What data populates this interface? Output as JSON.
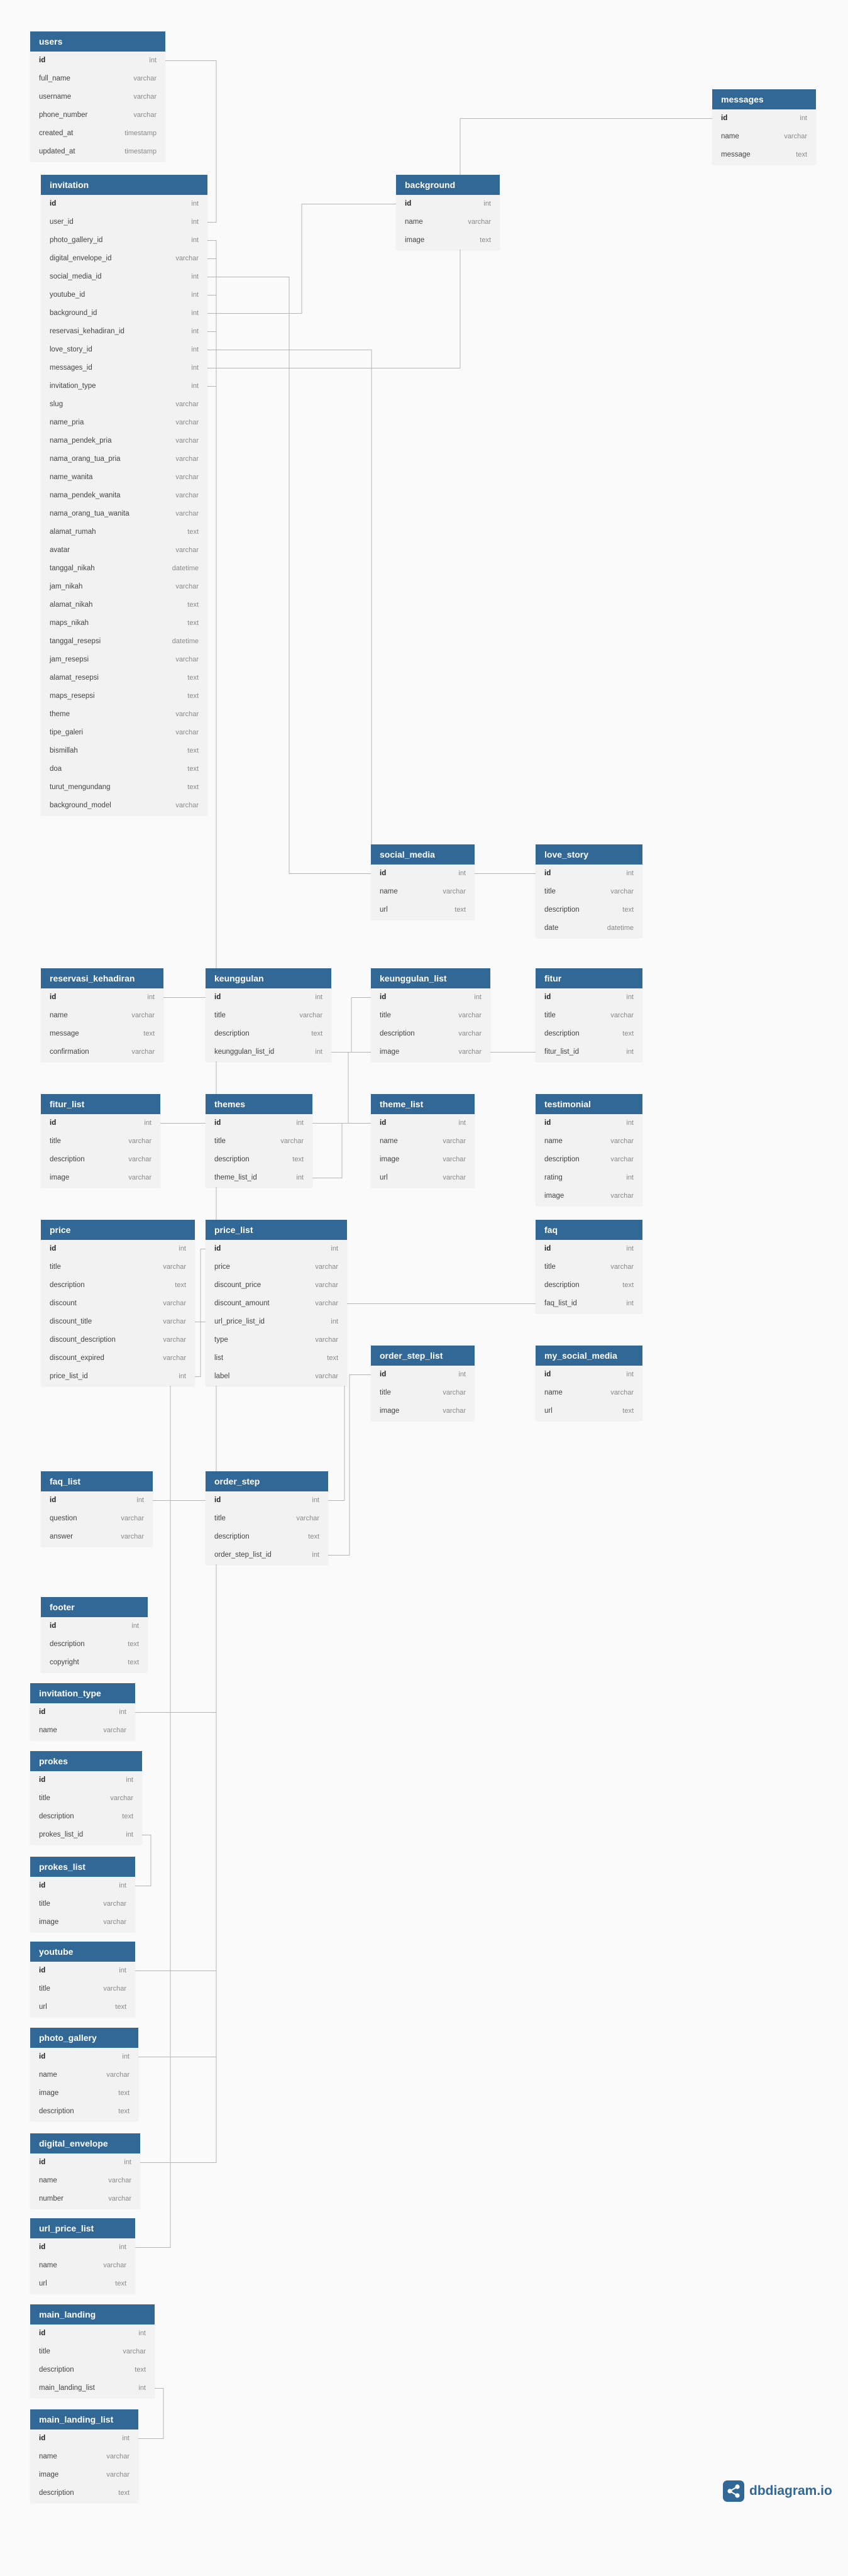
{
  "brand": {
    "name": "dbdiagram.io",
    "icon": "dbdiagram-logo-icon",
    "color": "#316896"
  },
  "colors": {
    "header": "#316896",
    "body": "#f2f2f2",
    "link": "#b5b5b5"
  },
  "tables": [
    {
      "name": "users",
      "cols": [
        [
          "id",
          "int"
        ],
        [
          "full_name",
          "varchar"
        ],
        [
          "username",
          "varchar"
        ],
        [
          "phone_number",
          "varchar"
        ],
        [
          "created_at",
          "timestamp"
        ],
        [
          "updated_at",
          "timestamp"
        ]
      ]
    },
    {
      "name": "messages",
      "cols": [
        [
          "id",
          "int"
        ],
        [
          "name",
          "varchar"
        ],
        [
          "message",
          "text"
        ]
      ]
    },
    {
      "name": "invitation",
      "cols": [
        [
          "id",
          "int"
        ],
        [
          "user_id",
          "int"
        ],
        [
          "photo_gallery_id",
          "int"
        ],
        [
          "digital_envelope_id",
          "varchar"
        ],
        [
          "social_media_id",
          "int"
        ],
        [
          "youtube_id",
          "int"
        ],
        [
          "background_id",
          "int"
        ],
        [
          "reservasi_kehadiran_id",
          "int"
        ],
        [
          "love_story_id",
          "int"
        ],
        [
          "messages_id",
          "int"
        ],
        [
          "invitation_type",
          "int"
        ],
        [
          "slug",
          "varchar"
        ],
        [
          "name_pria",
          "varchar"
        ],
        [
          "nama_pendek_pria",
          "varchar"
        ],
        [
          "nama_orang_tua_pria",
          "varchar"
        ],
        [
          "name_wanita",
          "varchar"
        ],
        [
          "nama_pendek_wanita",
          "varchar"
        ],
        [
          "nama_orang_tua_wanita",
          "varchar"
        ],
        [
          "alamat_rumah",
          "text"
        ],
        [
          "avatar",
          "varchar"
        ],
        [
          "tanggal_nikah",
          "datetime"
        ],
        [
          "jam_nikah",
          "varchar"
        ],
        [
          "alamat_nikah",
          "text"
        ],
        [
          "maps_nikah",
          "text"
        ],
        [
          "tanggal_resepsi",
          "datetime"
        ],
        [
          "jam_resepsi",
          "varchar"
        ],
        [
          "alamat_resepsi",
          "text"
        ],
        [
          "maps_resepsi",
          "text"
        ],
        [
          "theme",
          "varchar"
        ],
        [
          "tipe_galeri",
          "varchar"
        ],
        [
          "bismillah",
          "text"
        ],
        [
          "doa",
          "text"
        ],
        [
          "turut_mengundang",
          "text"
        ],
        [
          "background_model",
          "varchar"
        ]
      ]
    },
    {
      "name": "background",
      "cols": [
        [
          "id",
          "int"
        ],
        [
          "name",
          "varchar"
        ],
        [
          "image",
          "text"
        ]
      ]
    },
    {
      "name": "social_media",
      "cols": [
        [
          "id",
          "int"
        ],
        [
          "name",
          "varchar"
        ],
        [
          "url",
          "text"
        ]
      ]
    },
    {
      "name": "love_story",
      "cols": [
        [
          "id",
          "int"
        ],
        [
          "title",
          "varchar"
        ],
        [
          "description",
          "text"
        ],
        [
          "date",
          "datetime"
        ]
      ]
    },
    {
      "name": "reservasi_kehadiran",
      "cols": [
        [
          "id",
          "int"
        ],
        [
          "name",
          "varchar"
        ],
        [
          "message",
          "text"
        ],
        [
          "confirmation",
          "varchar"
        ]
      ]
    },
    {
      "name": "keunggulan",
      "cols": [
        [
          "id",
          "int"
        ],
        [
          "title",
          "varchar"
        ],
        [
          "description",
          "text"
        ],
        [
          "keunggulan_list_id",
          "int"
        ]
      ]
    },
    {
      "name": "keunggulan_list",
      "cols": [
        [
          "id",
          "int"
        ],
        [
          "title",
          "varchar"
        ],
        [
          "description",
          "varchar"
        ],
        [
          "image",
          "varchar"
        ]
      ]
    },
    {
      "name": "fitur",
      "cols": [
        [
          "id",
          "int"
        ],
        [
          "title",
          "varchar"
        ],
        [
          "description",
          "text"
        ],
        [
          "fitur_list_id",
          "int"
        ]
      ]
    },
    {
      "name": "fitur_list",
      "cols": [
        [
          "id",
          "int"
        ],
        [
          "title",
          "varchar"
        ],
        [
          "description",
          "varchar"
        ],
        [
          "image",
          "varchar"
        ]
      ]
    },
    {
      "name": "themes",
      "cols": [
        [
          "id",
          "int"
        ],
        [
          "title",
          "varchar"
        ],
        [
          "description",
          "text"
        ],
        [
          "theme_list_id",
          "int"
        ]
      ]
    },
    {
      "name": "theme_list",
      "cols": [
        [
          "id",
          "int"
        ],
        [
          "name",
          "varchar"
        ],
        [
          "image",
          "varchar"
        ],
        [
          "url",
          "varchar"
        ]
      ]
    },
    {
      "name": "testimonial",
      "cols": [
        [
          "id",
          "int"
        ],
        [
          "name",
          "varchar"
        ],
        [
          "description",
          "varchar"
        ],
        [
          "rating",
          "int"
        ],
        [
          "image",
          "varchar"
        ]
      ]
    },
    {
      "name": "price",
      "cols": [
        [
          "id",
          "int"
        ],
        [
          "title",
          "varchar"
        ],
        [
          "description",
          "text"
        ],
        [
          "discount",
          "varchar"
        ],
        [
          "discount_title",
          "varchar"
        ],
        [
          "discount_description",
          "varchar"
        ],
        [
          "discount_expired",
          "varchar"
        ],
        [
          "price_list_id",
          "int"
        ]
      ]
    },
    {
      "name": "price_list",
      "cols": [
        [
          "id",
          "int"
        ],
        [
          "price",
          "varchar"
        ],
        [
          "discount_price",
          "varchar"
        ],
        [
          "discount_amount",
          "varchar"
        ],
        [
          "url_price_list_id",
          "int"
        ],
        [
          "type",
          "varchar"
        ],
        [
          "list",
          "text"
        ],
        [
          "label",
          "varchar"
        ]
      ]
    },
    {
      "name": "faq",
      "cols": [
        [
          "id",
          "int"
        ],
        [
          "title",
          "varchar"
        ],
        [
          "description",
          "text"
        ],
        [
          "faq_list_id",
          "int"
        ]
      ]
    },
    {
      "name": "order_step_list",
      "cols": [
        [
          "id",
          "int"
        ],
        [
          "title",
          "varchar"
        ],
        [
          "image",
          "varchar"
        ]
      ]
    },
    {
      "name": "my_social_media",
      "cols": [
        [
          "id",
          "int"
        ],
        [
          "name",
          "varchar"
        ],
        [
          "url",
          "text"
        ]
      ]
    },
    {
      "name": "faq_list",
      "cols": [
        [
          "id",
          "int"
        ],
        [
          "question",
          "varchar"
        ],
        [
          "answer",
          "varchar"
        ]
      ]
    },
    {
      "name": "order_step",
      "cols": [
        [
          "id",
          "int"
        ],
        [
          "title",
          "varchar"
        ],
        [
          "description",
          "text"
        ],
        [
          "order_step_list_id",
          "int"
        ]
      ]
    },
    {
      "name": "footer",
      "cols": [
        [
          "id",
          "int"
        ],
        [
          "description",
          "text"
        ],
        [
          "copyright",
          "text"
        ]
      ]
    },
    {
      "name": "invitation_type",
      "cols": [
        [
          "id",
          "int"
        ],
        [
          "name",
          "varchar"
        ]
      ]
    },
    {
      "name": "prokes",
      "cols": [
        [
          "id",
          "int"
        ],
        [
          "title",
          "varchar"
        ],
        [
          "description",
          "text"
        ],
        [
          "prokes_list_id",
          "int"
        ]
      ]
    },
    {
      "name": "prokes_list",
      "cols": [
        [
          "id",
          "int"
        ],
        [
          "title",
          "varchar"
        ],
        [
          "image",
          "varchar"
        ]
      ]
    },
    {
      "name": "youtube",
      "cols": [
        [
          "id",
          "int"
        ],
        [
          "title",
          "varchar"
        ],
        [
          "url",
          "text"
        ]
      ]
    },
    {
      "name": "photo_gallery",
      "cols": [
        [
          "id",
          "int"
        ],
        [
          "name",
          "varchar"
        ],
        [
          "image",
          "text"
        ],
        [
          "description",
          "text"
        ]
      ]
    },
    {
      "name": "digital_envelope",
      "cols": [
        [
          "id",
          "int"
        ],
        [
          "name",
          "varchar"
        ],
        [
          "number",
          "varchar"
        ]
      ]
    },
    {
      "name": "url_price_list",
      "cols": [
        [
          "id",
          "int"
        ],
        [
          "name",
          "varchar"
        ],
        [
          "url",
          "text"
        ]
      ]
    },
    {
      "name": "main_landing",
      "cols": [
        [
          "id",
          "int"
        ],
        [
          "title",
          "varchar"
        ],
        [
          "description",
          "text"
        ],
        [
          "main_landing_list",
          "int"
        ]
      ]
    },
    {
      "name": "main_landing_list",
      "cols": [
        [
          "id",
          "int"
        ],
        [
          "name",
          "varchar"
        ],
        [
          "image",
          "varchar"
        ],
        [
          "description",
          "text"
        ]
      ]
    }
  ],
  "relations": [
    [
      "users",
      "id",
      "invitation",
      "user_id"
    ],
    [
      "messages",
      "id",
      "invitation",
      "messages_id"
    ],
    [
      "background",
      "id",
      "invitation",
      "background_id"
    ],
    [
      "love_story",
      "id",
      "invitation",
      "love_story_id"
    ],
    [
      "social_media",
      "id",
      "invitation",
      "social_media_id"
    ],
    [
      "reservasi_kehadiran",
      "id",
      "invitation",
      "reservasi_kehadiran_id"
    ],
    [
      "invitation_type",
      "id",
      "invitation",
      "invitation_type"
    ],
    [
      "photo_gallery",
      "id",
      "invitation",
      "photo_gallery_id"
    ],
    [
      "digital_envelope",
      "id",
      "invitation",
      "digital_envelope_id"
    ],
    [
      "youtube",
      "id",
      "invitation",
      "youtube_id"
    ],
    [
      "keunggulan_list",
      "id",
      "keunggulan",
      "keunggulan_list_id"
    ],
    [
      "fitur_list",
      "id",
      "fitur",
      "fitur_list_id"
    ],
    [
      "theme_list",
      "id",
      "themes",
      "theme_list_id"
    ],
    [
      "price_list",
      "id",
      "price",
      "price_list_id"
    ],
    [
      "url_price_list",
      "id",
      "price_list",
      "url_price_list_id"
    ],
    [
      "faq_list",
      "id",
      "faq",
      "faq_list_id"
    ],
    [
      "order_step_list",
      "id",
      "order_step",
      "order_step_list_id"
    ],
    [
      "prokes_list",
      "id",
      "prokes",
      "prokes_list_id"
    ],
    [
      "main_landing_list",
      "id",
      "main_landing",
      "main_landing_list"
    ]
  ]
}
